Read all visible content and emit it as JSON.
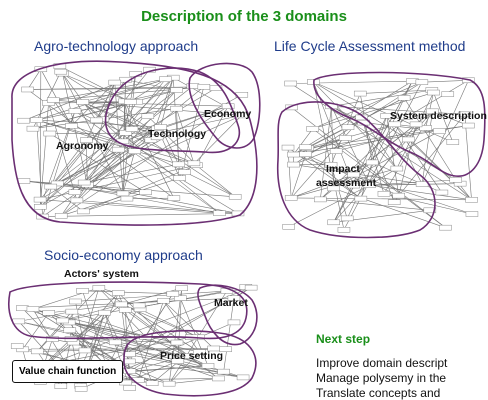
{
  "slide": {
    "title": "Description of the 3 domains"
  },
  "sections": {
    "agro": {
      "heading": "Agro-technology approach",
      "regions": {
        "agronomy": "Agronomy",
        "technology": "Technology",
        "economy": "Economy"
      }
    },
    "lca": {
      "heading": "Life Cycle Assessment method",
      "regions": {
        "system_description": "System description",
        "impact_line1": "Impact",
        "impact_line2": "assessment"
      }
    },
    "socio": {
      "heading": "Socio-economy approach",
      "regions": {
        "actors": "Actors' system",
        "market": "Market",
        "price": "Price setting",
        "value_chain": "Value chain function"
      }
    }
  },
  "next_step": {
    "heading": "Next step",
    "lines": [
      "Improve domain descript",
      "Manage polysemy in the",
      "Translate concepts and"
    ]
  },
  "colors": {
    "title_green": "#1a8f1a",
    "heading_blue": "#1f3c8a",
    "outline_purple": "#6b2f73"
  }
}
